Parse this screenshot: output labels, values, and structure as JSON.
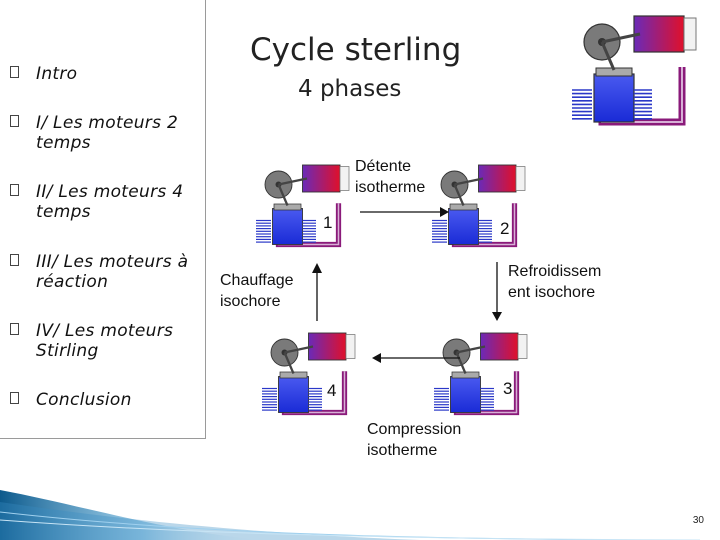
{
  "nav": {
    "items": [
      {
        "label": "Intro"
      },
      {
        "label": "I/ Les moteurs 2 temps"
      },
      {
        "label": "II/ Les moteurs 4 temps"
      },
      {
        "label": "III/  Les moteurs à réaction"
      },
      {
        "label": "IV/ Les moteurs Stirling"
      },
      {
        "label": "Conclusion"
      }
    ]
  },
  "slide": {
    "title": "Cycle sterling",
    "subtitle": "4 phases",
    "phases": {
      "detente": "Détente isotherme",
      "chauffage": "Chauffage isochore",
      "refroidissement": "Refroidissem ent isochore",
      "compression": "Compression isotherme"
    },
    "numbers": {
      "n1": "1",
      "n2": "2",
      "n3": "3",
      "n4": "4"
    },
    "page_number": "30"
  },
  "colors": {
    "hot": "#e0102a",
    "cold": "#1a2bd6",
    "frame": "#8a1a7a",
    "fin": "#2b38c8"
  }
}
